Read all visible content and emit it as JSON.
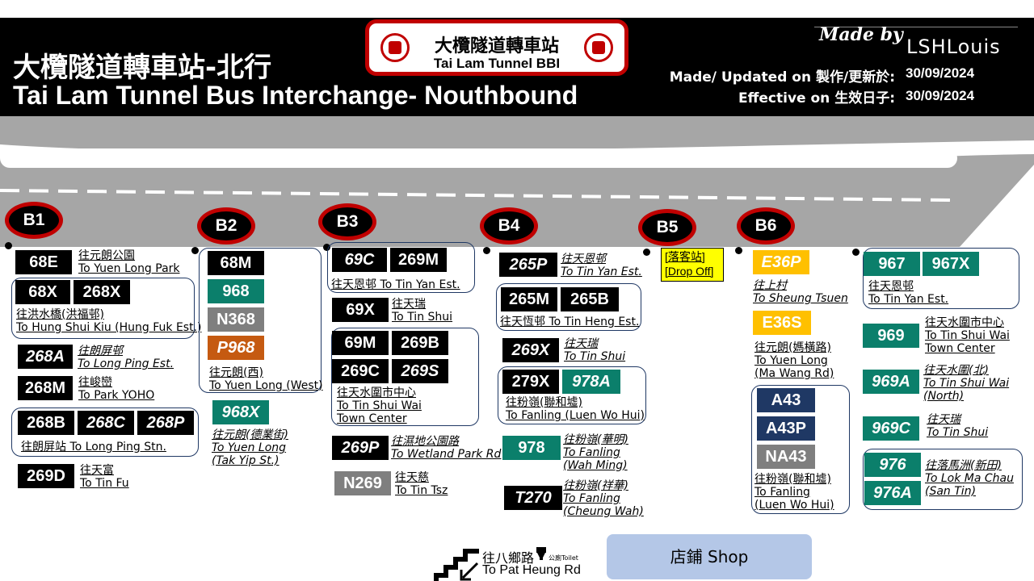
{
  "header": {
    "title_zh": "大欖隧道轉車站-北行",
    "title_en": "Tai Lam Tunnel Bus Interchange- Nouthbound",
    "logo_zh": "大欖隧道轉車站",
    "logo_en": "Tai Lam Tunnel BBI",
    "made_by": "Made by",
    "made_by_name": "LSHLouis",
    "updated_label": "Made/ Updated on 製作/更新於:",
    "updated_value": "30/09/2024",
    "effective_label": "Effective on 生效日子:",
    "effective_value": "30/09/2024"
  },
  "colors": {
    "header_bg": "#000000",
    "bay_border": "#c00000",
    "road": "#a6a6a6",
    "green_route": "#0b7f6b",
    "grey_route": "#7f7f7f",
    "orange_route": "#c55a11",
    "navy_route": "#1f3864",
    "yellow_route": "#ffc000",
    "shop": "#b4c7e7"
  },
  "bays": [
    {
      "label": "B1"
    },
    {
      "label": "B2"
    },
    {
      "label": "B3"
    },
    {
      "label": "B4"
    },
    {
      "label": "B5"
    },
    {
      "label": "B6"
    }
  ],
  "routes": {
    "r68E": "68E",
    "r68X": "68X",
    "r268X": "268X",
    "r268A": "268A",
    "r268M": "268M",
    "r268B": "268B",
    "r268C": "268C",
    "r268P": "268P",
    "r269D": "269D",
    "r68M": "68M",
    "r968": "968",
    "rN368": "N368",
    "rP968": "P968",
    "r968X": "968X",
    "r69C": "69C",
    "r269M": "269M",
    "r69X": "69X",
    "r69M": "69M",
    "r269B": "269B",
    "r269C": "269C",
    "r269S": "269S",
    "r269P": "269P",
    "rN269": "N269",
    "r265P": "265P",
    "r265M": "265M",
    "r265B": "265B",
    "r269X": "269X",
    "r279X": "279X",
    "r978A": "978A",
    "r978": "978",
    "rT270": "T270",
    "rE36P": "E36P",
    "rE36S": "E36S",
    "rA43": "A43",
    "rA43P": "A43P",
    "rNA43": "NA43",
    "r967": "967",
    "r967X": "967X",
    "r969": "969",
    "r969A": "969A",
    "r969C": "969C",
    "r976": "976",
    "r976A": "976A"
  },
  "dest": {
    "d68E_zh": "往元朗公園",
    "d68E_en": "To Yuen Long Park",
    "d68X_zh": "往洪水橋(洪福邨)",
    "d68X_en": "To Hung Shui Kiu (Hung Fuk Est.)",
    "d268A_zh": "往朗屏邨",
    "d268A_en": "To Long Ping Est.",
    "d268M_zh": "往峻巒",
    "d268M_en": "To Park YOHO",
    "d268B_line": "往朗屏站 To Long Ping Stn.",
    "d269D_zh": "往天富",
    "d269D_en": "To Tin Fu",
    "dB2a_zh": "往元朗(西)",
    "dB2a_en": "To Yuen Long (West)",
    "d968X_zh": "往元朗(德業街)",
    "d968X_en1": "To Yuen Long",
    "d968X_en2": "(Tak Yip St.)",
    "d69C_line": "往天恩邨 To Tin Yan Est.",
    "d69X_zh": "往天瑞",
    "d69X_en": "To Tin Shui",
    "d69M_zh": "往天水圍市中心",
    "d69M_en1": "To Tin Shui Wai",
    "d69M_en2": "Town Center",
    "d269P_zh": "往濕地公園路",
    "d269P_en": "To Wetland Park Rd",
    "dN269_zh": "往天慈",
    "dN269_en": "To Tin Tsz",
    "d265P_zh": "往天恩邨",
    "d265P_en": "To Tin Yan Est.",
    "d265M_line": "往天恆邨 To Tin Heng Est.",
    "d269X_zh": "往天瑞",
    "d269X_en": "To Tin Shui",
    "d279X_zh": "往粉嶺(聯和墟)",
    "d279X_en": "To Fanling (Luen Wo Hui)",
    "d978_zh": "往粉嶺(華明)",
    "d978_en1": "To Fanling",
    "d978_en2": "(Wah Ming)",
    "dT270_zh": "往粉嶺(祥華)",
    "dT270_en1": "To Fanling",
    "dT270_en2": "(Cheung Wah)",
    "dB5_zh": "[落客站]",
    "dB5_en": "[Drop Off]",
    "dE36P_zh": "往上村",
    "dE36P_en": "To Sheung Tsuen",
    "dE36S_zh": "往元朗(媽橫路)",
    "dE36S_en1": "To Yuen Long",
    "dE36S_en2": "(Ma Wang Rd)",
    "dA43_zh": "往粉嶺(聯和墟)",
    "dA43_en1": "To Fanling",
    "dA43_en2": "(Luen Wo Hui)",
    "d967_zh": "往天恩邨",
    "d967_en": "To Tin Yan Est.",
    "d969_zh": "往天水圍市中心",
    "d969_en1": "To Tin Shui Wai",
    "d969_en2": "Town Center",
    "d969A_zh": "往天水圍(北)",
    "d969A_en1": "To Tin Shui Wai",
    "d969A_en2": "(North)",
    "d969C_zh": "往天瑞",
    "d969C_en": "To Tin Shui",
    "d976_zh": "往落馬洲(新田)",
    "d976_en1": "To Lok Ma Chau",
    "d976_en2": "(San Tin)"
  },
  "footer": {
    "exit_zh": "往八鄉路",
    "toilet": "公廁Toilet",
    "exit_en": "To Pat Heung Rd",
    "shop": "店鋪 Shop"
  }
}
